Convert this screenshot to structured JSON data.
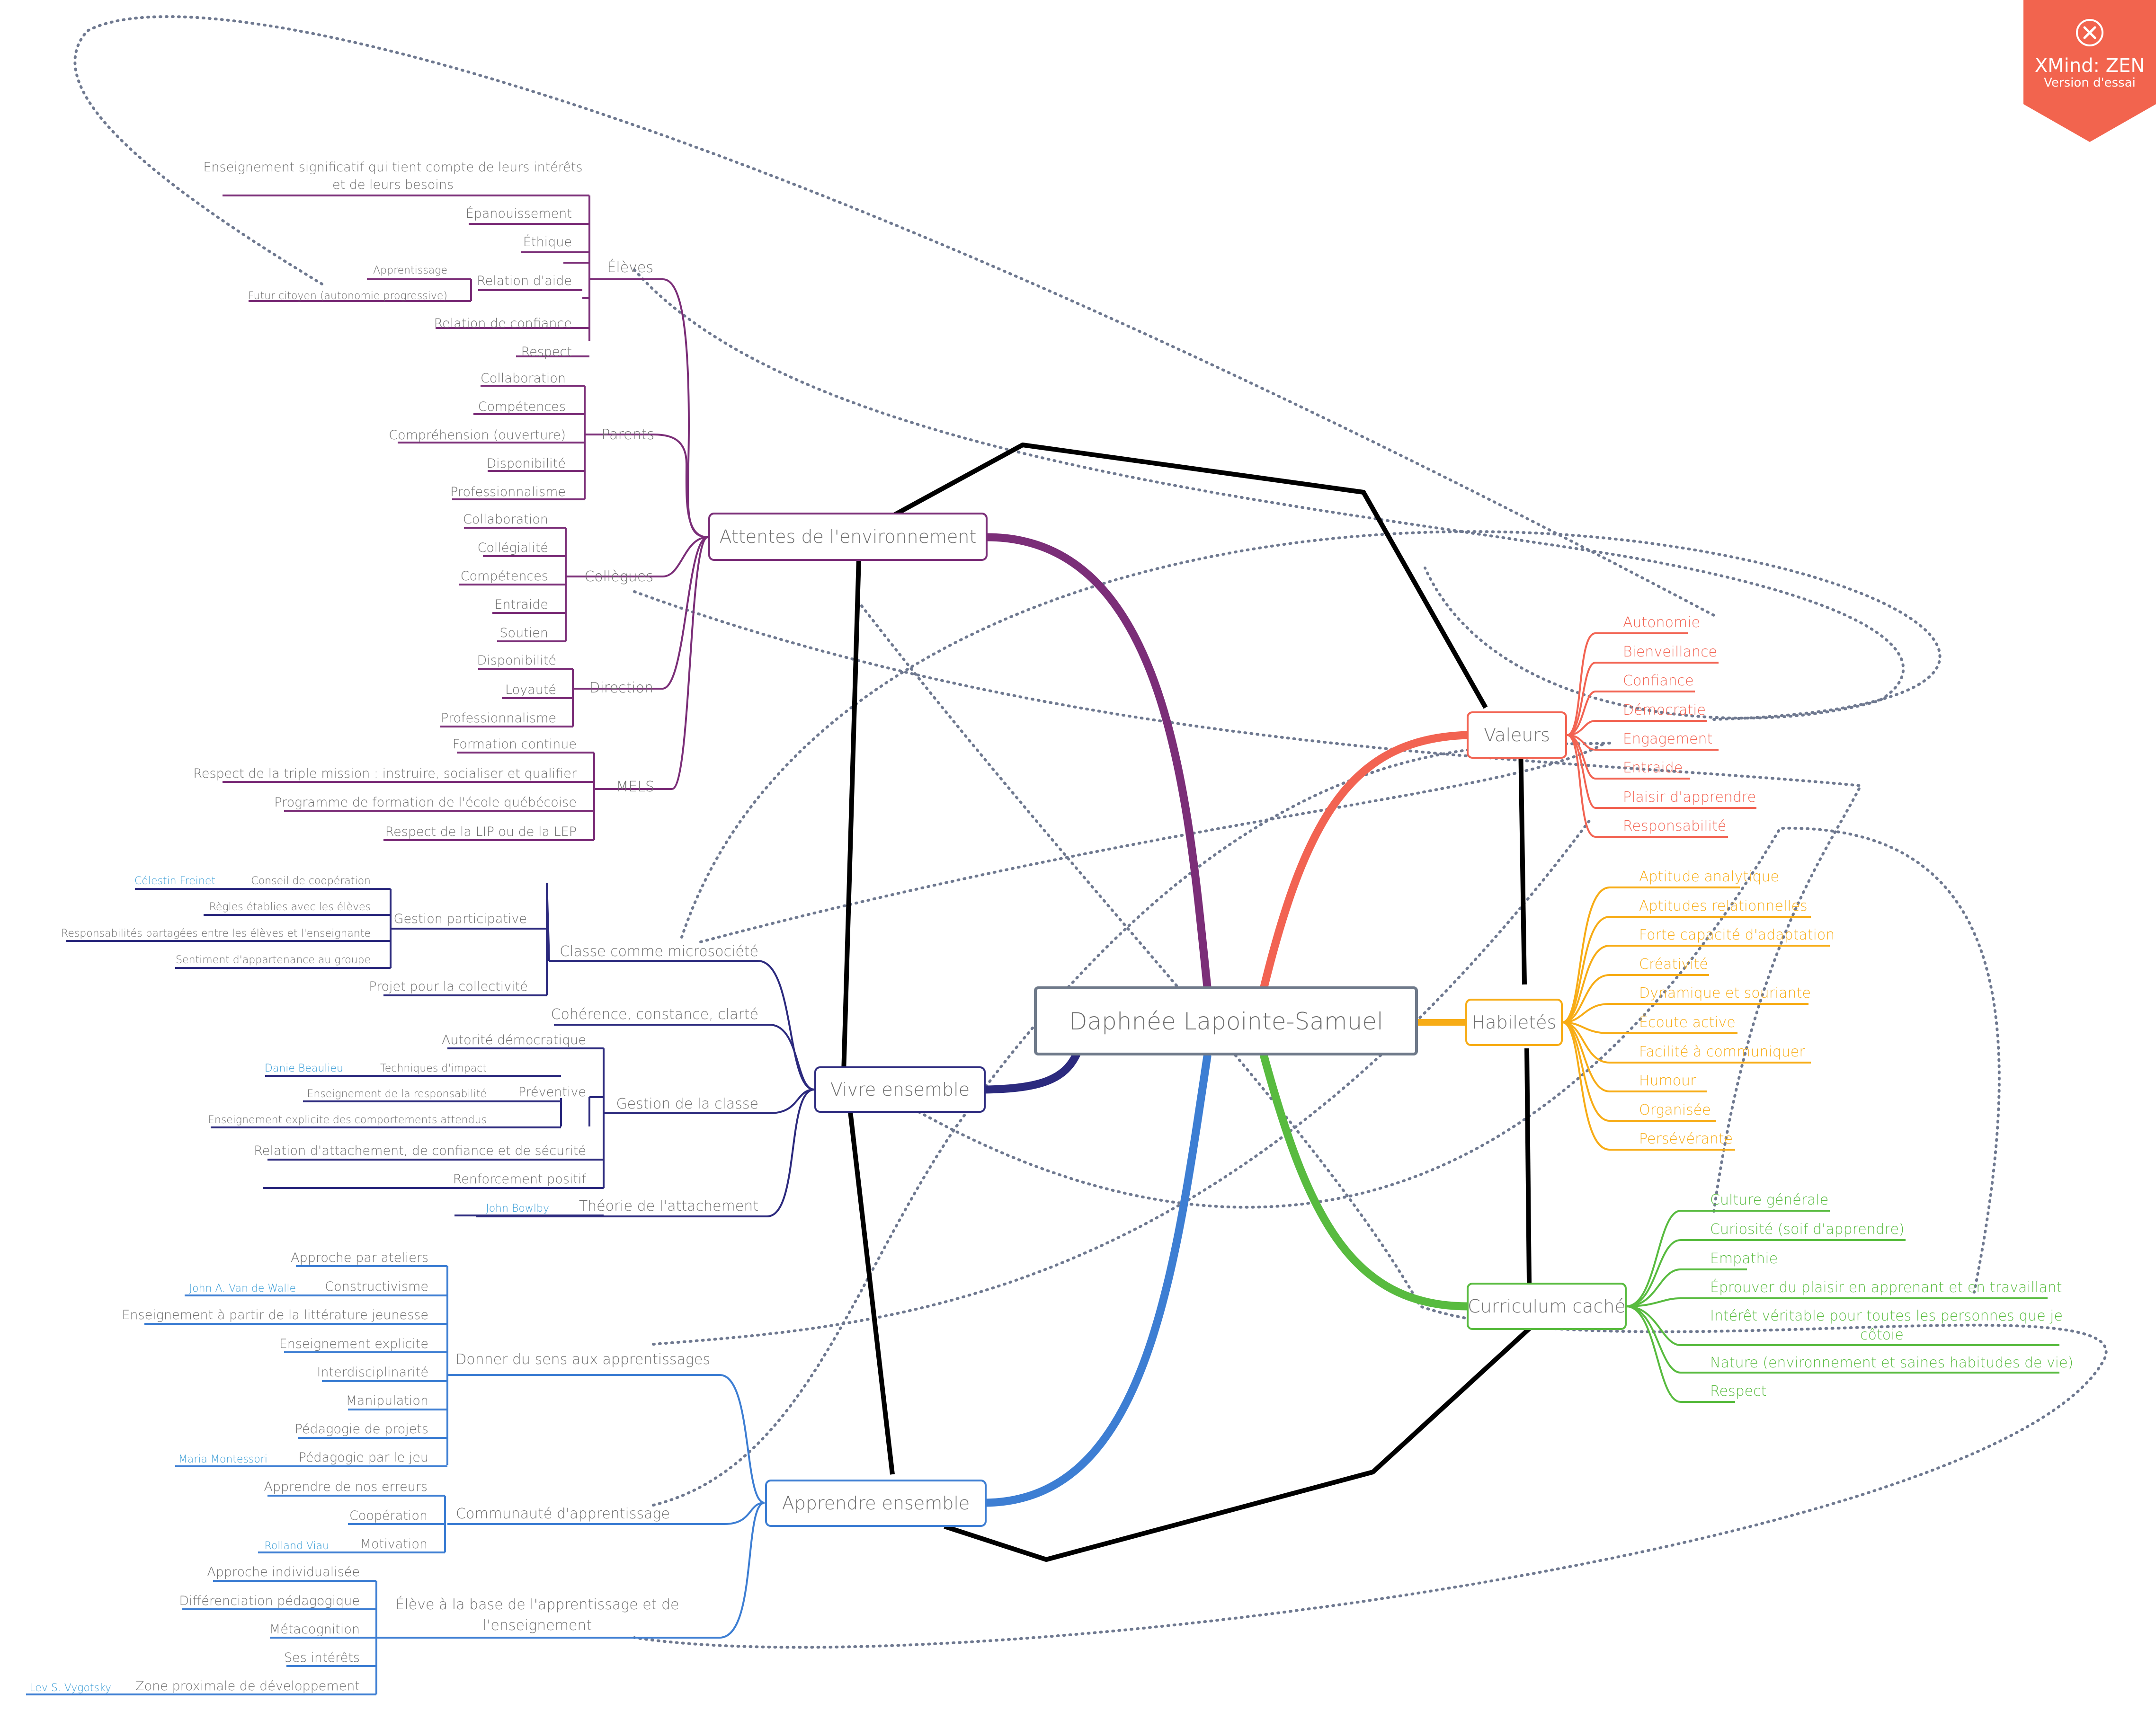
{
  "badge": {
    "title": "XMind: ZEN",
    "subtitle": "Version d'essai",
    "color": "#f2644e"
  },
  "colors": {
    "attentes": "#7b2e78",
    "vivre": "#2c2a7e",
    "apprendre": "#3d7ed3",
    "valeurs": "#f26352",
    "habiletes": "#f7ac16",
    "curriculum": "#58bb3f",
    "link": "#6f7990",
    "frame": "#000000",
    "reference": "#3b9dd6",
    "text": "#6d6d6d"
  },
  "central": "Daphnée Lapointe-Samuel",
  "attentes": {
    "title": "Attentes de l'environnement",
    "eleves": {
      "label": "Élèves",
      "items": [
        "Enseignement significatif qui tient compte de leurs intérêts",
        "et de leurs besoins",
        "Épanouissement",
        "Éthique",
        "Relation d'aide",
        "Relation de confiance",
        "Respect"
      ],
      "relation": [
        "Apprentissage",
        "Futur citoyen (autonomie progressive)"
      ]
    },
    "parents": {
      "label": "Parents",
      "items": [
        "Collaboration",
        "Compétences",
        "Compréhension (ouverture)",
        "Disponibilité",
        "Professionnalisme"
      ]
    },
    "collegues": {
      "label": "Collègues",
      "items": [
        "Collaboration",
        "Collégialité",
        "Compétences",
        "Entraide",
        "Soutien"
      ]
    },
    "direction": {
      "label": "Direction",
      "items": [
        "Disponibilité",
        "Loyauté",
        "Professionnalisme"
      ]
    },
    "mels": {
      "label": "MELS",
      "items": [
        "Formation continue",
        "Respect de la triple mission : instruire, socialiser et qualifier",
        "Programme de formation de l'école québécoise",
        "Respect de la LIP ou de la LEP"
      ]
    }
  },
  "vivre": {
    "title": "Vivre ensemble",
    "classe": {
      "label": "Classe comme microsociété",
      "gestion": "Gestion participative",
      "conseil": "Conseil de coopération",
      "conseil_ref": "Célestin Freinet",
      "regles": "Règles établies avec les élèves",
      "responsabilites": "Responsabilités partagées entre les élèves et l'enseignante",
      "sentiment": "Sentiment d'appartenance au groupe",
      "projet": "Projet pour la collectivité"
    },
    "coherence": "Cohérence, constance, clarté",
    "gestion": {
      "label": "Gestion de la classe",
      "autorite": "Autorité démocratique",
      "preventive": "Préventive",
      "techniques": "Techniques d'impact",
      "techniques_ref": "Danie Beaulieu",
      "enseignement_resp": "Enseignement de la responsabilité",
      "enseignement_comp": "Enseignement explicite des comportements attendus",
      "relation": "Relation d'attachement, de confiance et de sécurité",
      "renforcement": "Renforcement positif"
    },
    "theorie": {
      "label": "Théorie de l'attachement",
      "ref": "John Bowlby"
    }
  },
  "apprendre": {
    "title": "Apprendre ensemble",
    "donner": {
      "label": "Donner du sens aux apprentissages",
      "items": [
        "Approche par ateliers",
        "Constructivisme",
        "Enseignement à partir de la littérature jeunesse",
        "Enseignement explicite",
        "Interdisciplinarité",
        "Manipulation",
        "Pédagogie de projets",
        "Pédagogie par le jeu"
      ],
      "refs": [
        "John A. Van de Walle",
        "Maria Montessori"
      ]
    },
    "communaute": {
      "label": "Communauté d'apprentissage",
      "items": [
        "Apprendre de nos erreurs",
        "Coopération",
        "Motivation"
      ],
      "ref": "Rolland Viau"
    },
    "eleve": {
      "label_line1": "Élève à la base de l'apprentissage et de",
      "label_line2": "l'enseignement",
      "items": [
        "Approche individualisée",
        "Différenciation pédagogique",
        "Métacognition",
        "Ses intérêts",
        "Zone proximale de développement"
      ],
      "ref": "Lev S. Vygotsky"
    }
  },
  "valeurs": {
    "title": "Valeurs",
    "items": [
      "Autonomie",
      "Bienveillance",
      "Confiance",
      "Démocratie",
      "Engagement",
      "Entraide",
      "Plaisir d'apprendre",
      "Responsabilité"
    ]
  },
  "habiletes": {
    "title": "Habiletés",
    "items": [
      "Aptitude analytique",
      "Aptitudes relationnelles",
      "Forte capacité d'adaptation",
      "Créativité",
      "Dynamique et souriante",
      "Écoute active",
      "Facilité à communiquer",
      "Humour",
      "Organisée",
      "Persévérante"
    ]
  },
  "curriculum": {
    "title": "Curriculum caché",
    "items": [
      "Culture générale",
      "Curiosité (soif d'apprendre)",
      "Empathie",
      "Éprouver du plaisir en apprenant et en travaillant",
      "Intérêt véritable pour toutes les personnes que je",
      "côtoie",
      "Nature (environnement et saines habitudes de vie)",
      "Respect"
    ]
  }
}
